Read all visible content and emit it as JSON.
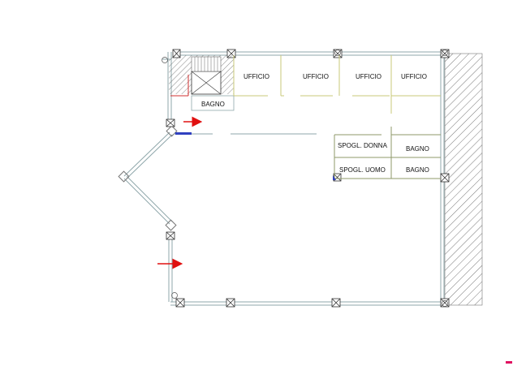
{
  "rooms": {
    "office_1": "UFFICIO",
    "office_2": "UFFICIO",
    "office_3": "UFFICIO",
    "office_4": "UFFICIO",
    "bathroom_stair": "BAGNO",
    "changing_women": "SPOGL. DONNA",
    "changing_men": "SPOGL. UOMO",
    "bathroom_women": "BAGNO",
    "bathroom_men": "BAGNO"
  },
  "colors": {
    "wall": "#b9c9cc",
    "wall_dark": "#6f8f94",
    "partition": "#c8c97a",
    "hatch": "#555555",
    "arrow": "#e01010",
    "door": "#3040c0"
  }
}
